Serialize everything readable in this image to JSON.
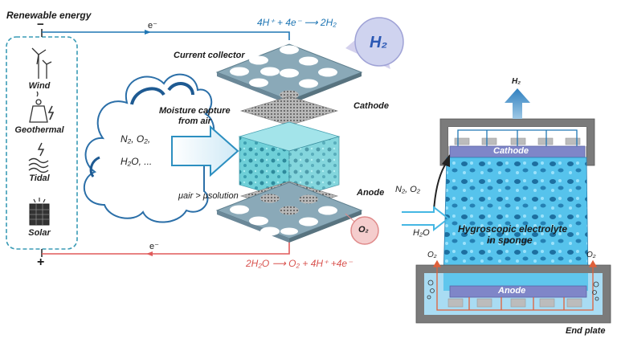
{
  "left_panel": {
    "title": "Renewable energy",
    "negative_terminal": "−",
    "positive_terminal": "+",
    "electron_top": "e⁻",
    "electron_bottom": "e⁻",
    "sources": [
      {
        "label": "Wind",
        "icon": "wind-turbine-icon"
      },
      {
        "label": "Geothermal",
        "icon": "geothermal-icon"
      },
      {
        "label": "Tidal",
        "icon": "tidal-wave-icon"
      },
      {
        "label": "Solar",
        "icon": "solar-panel-icon"
      }
    ]
  },
  "air_cloud": {
    "line1": "N₂, O₂,",
    "line2": "H₂O, ...",
    "capture_line1": "Moisture capture",
    "capture_line2": "from air",
    "potential": "μair > μsolution"
  },
  "stack": {
    "current_collector": "Current collector",
    "cathode": "Cathode",
    "anode": "Anode",
    "h2_bubble": "H₂",
    "o2_bubble": "O₂"
  },
  "reactions": {
    "cathode": "4H⁺ + 4e⁻ ⟶ 2H₂",
    "anode": "2H₂O ⟶ O₂ + 4H⁺ +4e⁻"
  },
  "device": {
    "h2_out": "H₂",
    "n2o2_out": "N₂, O₂",
    "h2o_in": "H₂O",
    "o2_left": "O₂",
    "o2_right": "O₂",
    "cathode": "Cathode",
    "anode": "Anode",
    "electrolyte_line1": "Hygroscopic electrolyte",
    "electrolyte_line2": "in sponge",
    "end_plate": "End plate"
  },
  "colors": {
    "blue_wire": "#1f76b4",
    "red_wire": "#e05a5a",
    "sponge": "#5ec6ea",
    "plate": "#8aa9b8",
    "electrode": "#7f86c8"
  }
}
